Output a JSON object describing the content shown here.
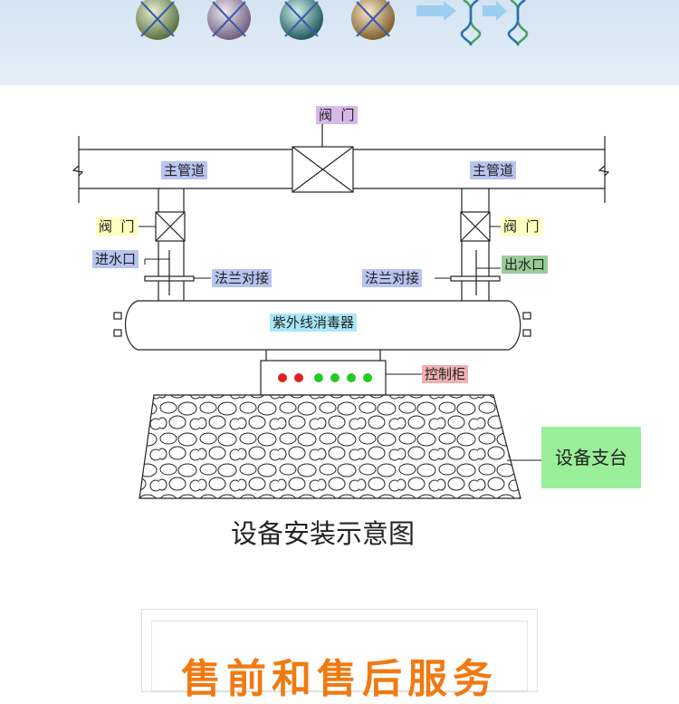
{
  "banner": {
    "icons": [
      "microbe-crossed-icon",
      "bacteria-crossed-icon",
      "germ-crossed-icon",
      "virus-crossed-icon",
      "arrow-right-icon",
      "dna-icon",
      "arrow-right-icon",
      "dna-icon"
    ]
  },
  "diagram": {
    "labels": {
      "valve_top": "阀  门",
      "main_pipe_left": "主管道",
      "main_pipe_right": "主管道",
      "valve_left": "阀  门",
      "valve_right": "阀  门",
      "inlet": "进水口",
      "outlet": "出水口",
      "flange_left": "法兰对接",
      "flange_right": "法兰对接",
      "sterilizer": "紫外线消毒器",
      "control_cabinet": "控制柜",
      "support": "设备支台"
    },
    "indicator_colors": [
      "#e02020",
      "#e02020",
      "#22cc22",
      "#22cc22",
      "#22cc22",
      "#22cc22"
    ],
    "label_colors": {
      "valve": "#ffffc0",
      "valve_top": "#d8b8e8",
      "pipe": "#b8c4f0",
      "outlet": "#99cc99",
      "sterilizer": "#a8e8f8",
      "control": "#f0b0b0",
      "support": "#99ee99"
    },
    "caption": "设备安装示意图"
  },
  "service": {
    "title": "售前和售后服务"
  }
}
